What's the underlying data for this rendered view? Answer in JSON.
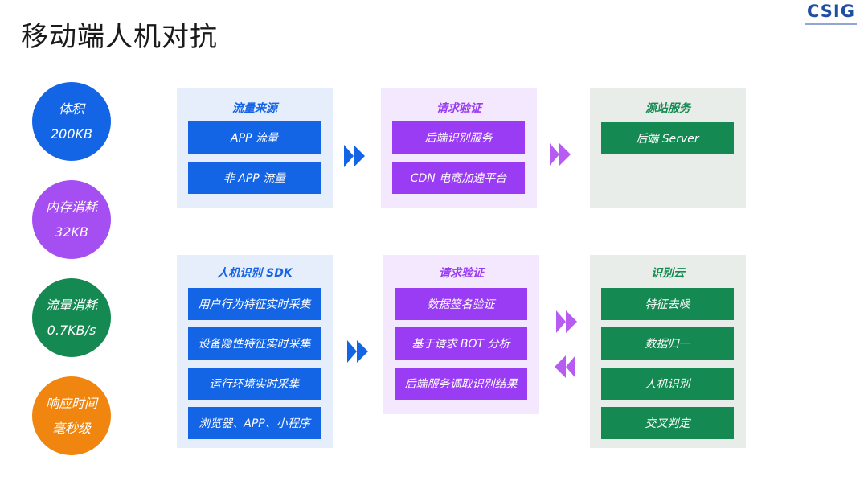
{
  "title": "移动端人机对抗",
  "logo": {
    "text": "CSIG"
  },
  "colors": {
    "blue": "#1464e6",
    "purple": "#9a3cf4",
    "green": "#148a52",
    "orange": "#f0860f",
    "panel_blue": "#e6edfb",
    "panel_purple": "#f3e8fd",
    "panel_gray": "#e9ede9"
  },
  "metrics": [
    {
      "label": "体积",
      "value": "200KB",
      "color": "#1464e6"
    },
    {
      "label": "内存消耗",
      "value": "32KB",
      "color": "#a54ff2"
    },
    {
      "label": "流量消耗",
      "value": "0.7KB/s",
      "color": "#148a52"
    },
    {
      "label": "响应时间",
      "value": "毫秒级",
      "color": "#f0860f"
    }
  ],
  "top_row": {
    "source": {
      "title": "流量来源",
      "items": [
        "APP 流量",
        "非 APP 流量"
      ]
    },
    "verify": {
      "title": "请求验证",
      "items": [
        "后端识别服务",
        "CDN 电商加速平台"
      ]
    },
    "origin": {
      "title": "源站服务",
      "items": [
        "后端 Server"
      ]
    }
  },
  "bottom_row": {
    "sdk": {
      "title": "人机识别 SDK",
      "items": [
        "用户行为特征实时采集",
        "设备隐性特征实时采集",
        "运行环境实时采集",
        "浏览器、APP、小程序"
      ]
    },
    "verify": {
      "title": "请求验证",
      "items": [
        "数据签名验证",
        "基于请求 BOT 分析",
        "后端服务调取识别结果"
      ]
    },
    "cloud": {
      "title": "识别云",
      "items": [
        "特征去噪",
        "数据归一",
        "人机识别",
        "交叉判定"
      ]
    }
  },
  "arrows": [
    {
      "direction": "right",
      "color": "#1464e6"
    },
    {
      "direction": "right",
      "color": "#b65cf3"
    },
    {
      "direction": "right",
      "color": "#1464e6"
    },
    {
      "direction": "right",
      "color": "#b65cf3"
    },
    {
      "direction": "left",
      "color": "#b65cf3"
    }
  ]
}
